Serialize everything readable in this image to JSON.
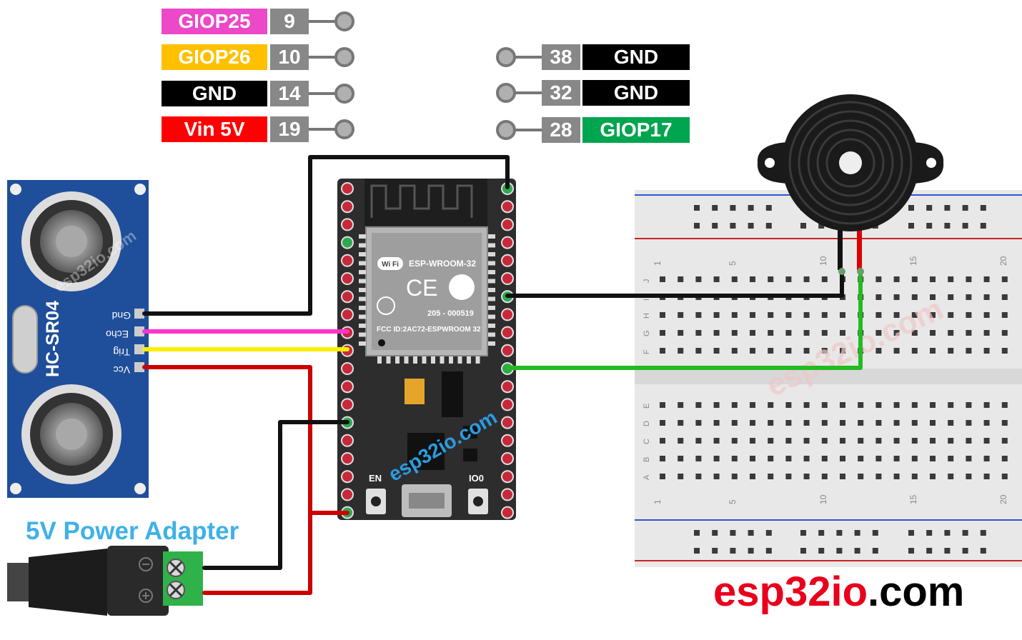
{
  "pin_labels_left": [
    {
      "name": "GIOP25",
      "pin": "9",
      "color": "#ec48c8"
    },
    {
      "name": "GIOP26",
      "pin": "10",
      "color": "#ffc000"
    },
    {
      "name": "GND",
      "pin": "14",
      "color": "#000000"
    },
    {
      "name": "Vin 5V",
      "pin": "19",
      "color": "#ff0000"
    }
  ],
  "pin_labels_right": [
    {
      "pin": "38",
      "name": "GND",
      "color": "#000000"
    },
    {
      "pin": "32",
      "name": "GND",
      "color": "#000000"
    },
    {
      "pin": "28",
      "name": "GIOP17",
      "color": "#00a550"
    }
  ],
  "sensor": {
    "model": "HC-SR04",
    "pins": [
      "Gnd",
      "Echo",
      "Trig",
      "Vcc"
    ],
    "watermark": "esp32io.com"
  },
  "esp32": {
    "module": "ESP-WROOM-32",
    "cert_line": "205 - 000519",
    "fcc_line": "FCC ID:2AC72-ESPWROOM 32",
    "wifi_badge": "Wi Fi",
    "ce_mark": "CE",
    "button_en": "EN",
    "button_io0": "IO0",
    "watermark": "esp32io.com"
  },
  "power_adapter": {
    "label": "5V Power Adapter"
  },
  "breadboard": {
    "col_numbers": [
      "1",
      "5",
      "10",
      "15",
      "20"
    ],
    "rows_top": [
      "J",
      "I",
      "H",
      "G",
      "F"
    ],
    "rows_bottom": [
      "E",
      "D",
      "C",
      "B",
      "A"
    ],
    "watermark": "esp32io.com"
  },
  "brand": {
    "part1": "esp32io",
    "part2": ".com",
    "color1": "#e8001c",
    "color2": "#000000"
  },
  "wire_colors": {
    "black": "#111111",
    "red": "#cc0000",
    "magenta": "#ff33cc",
    "yellow": "#ffee00",
    "green": "#22bb22"
  }
}
